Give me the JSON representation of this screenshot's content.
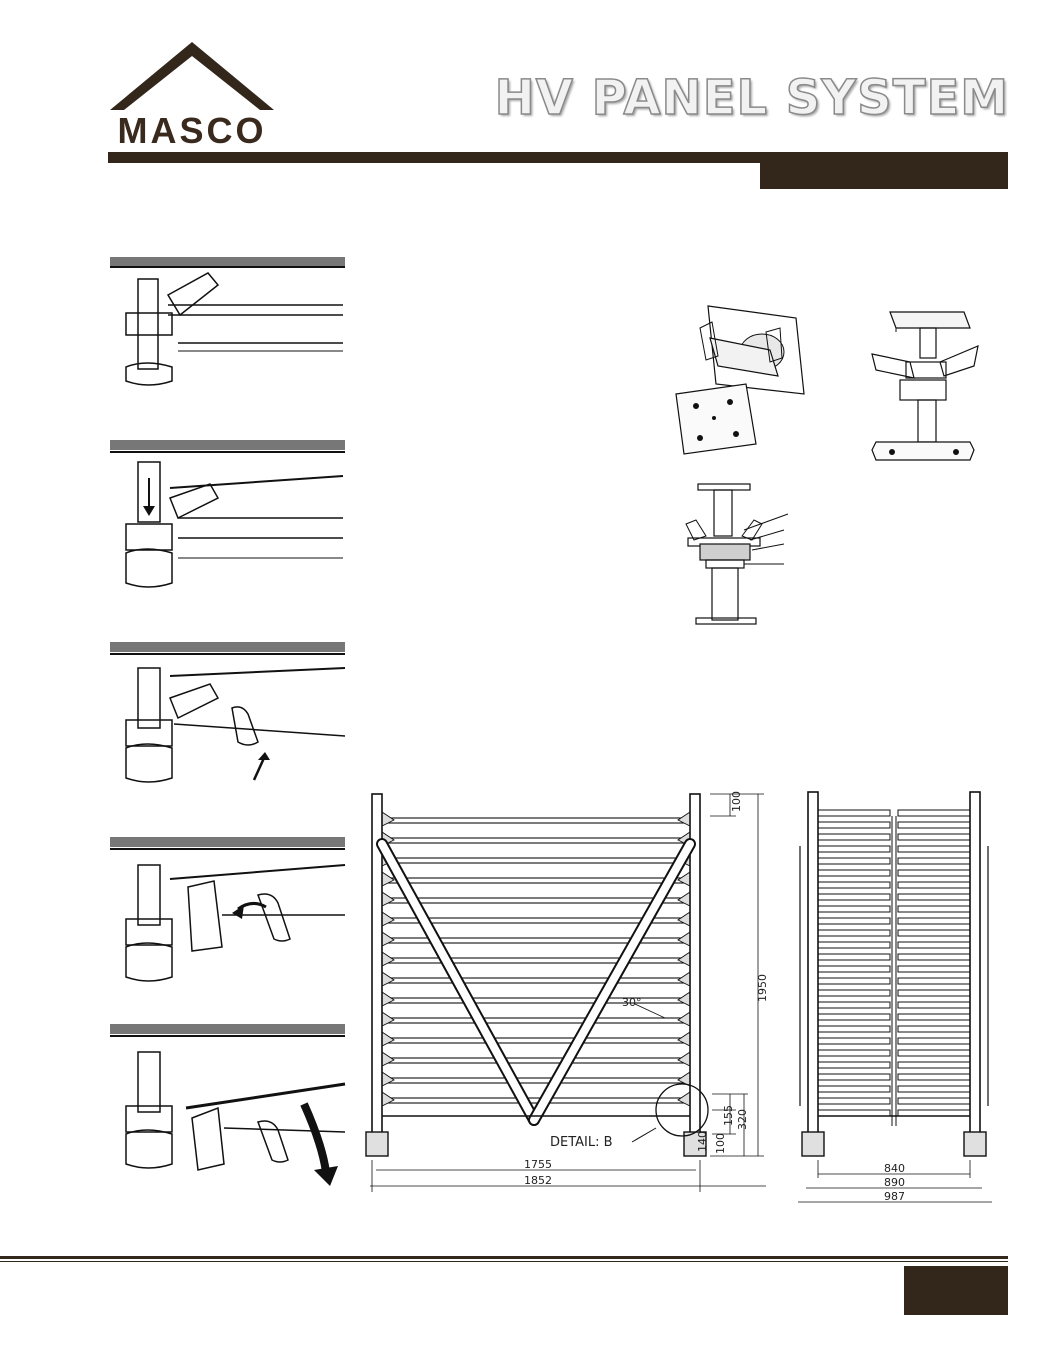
{
  "header": {
    "brand": "MASCO",
    "title": "HV PANEL SYSTEM",
    "brand_color": "#33271c"
  },
  "icons": [
    "house-roof-logo"
  ],
  "front_view": {
    "dims": {
      "top": "100",
      "height": "1950",
      "angle": "30°",
      "d155": "155",
      "d320": "320",
      "d140": "140",
      "d100": "100",
      "inner_width": "1755",
      "outer_width": "1852"
    },
    "detail_label": "DETAIL: B"
  },
  "side_view": {
    "dims": {
      "w1": "840",
      "w2": "890",
      "w3": "987"
    }
  }
}
